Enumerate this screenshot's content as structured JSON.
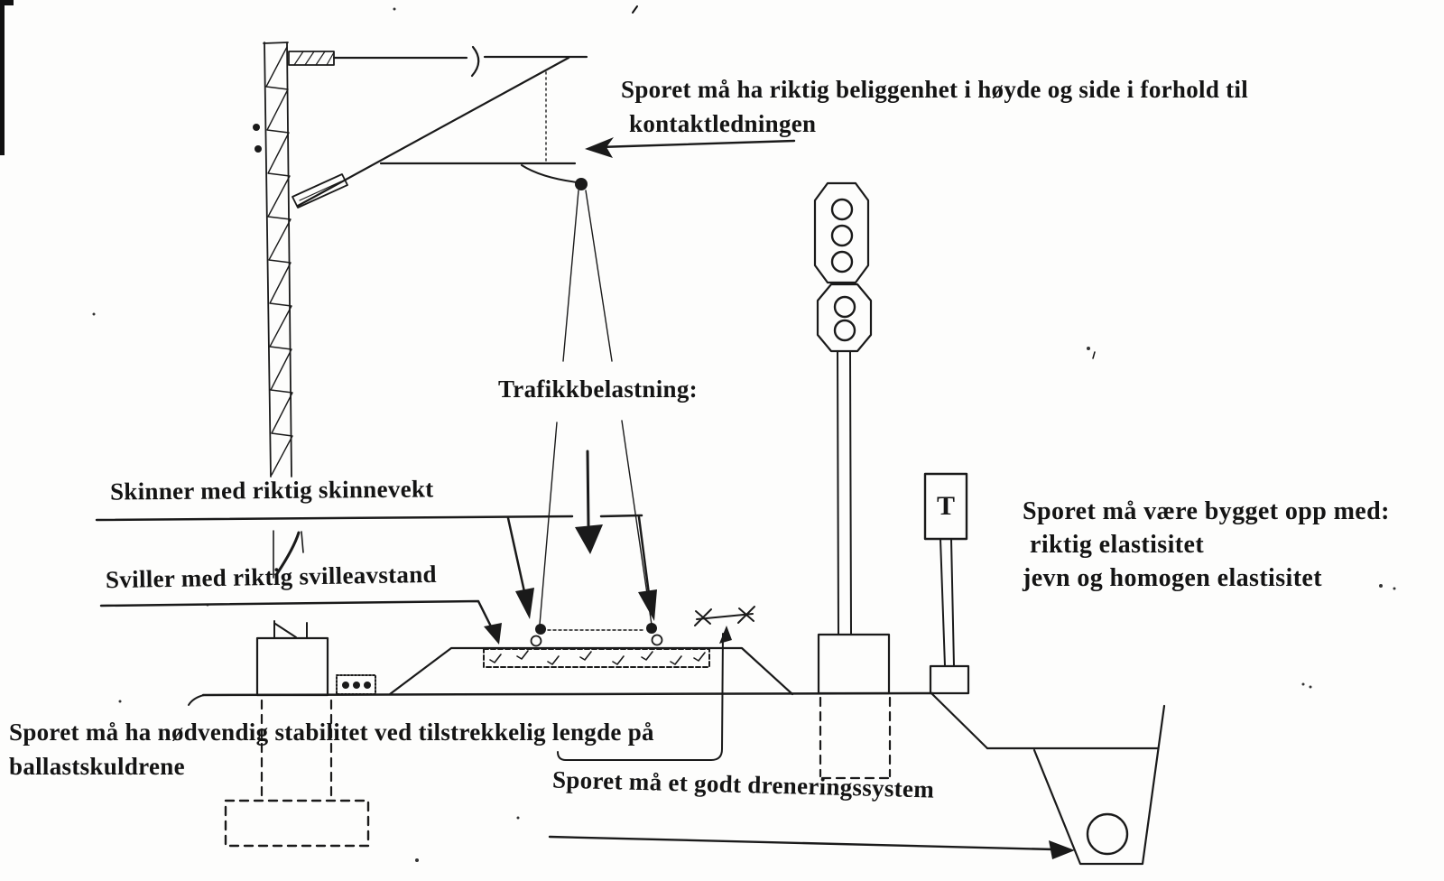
{
  "page": {
    "background": "#fdfdfc",
    "ink": "#1a1a1a"
  },
  "annotations": {
    "catenary_note_line1": "Sporet må ha riktig beliggenhet i høyde og side i forhold til",
    "catenary_note_line2": "kontaktledningen",
    "traffic_load_label": "Trafikkbelastning:",
    "rails_label": "Skinner med riktig skinnevekt",
    "sleepers_label": "Sviller med riktig svilleavstand",
    "track_buildup_line1": "Sporet må være bygget opp med:",
    "track_buildup_line2": "riktig elastisitet",
    "track_buildup_line3": "jevn og homogen elastisitet",
    "stability_note_line1": "Sporet må ha nødvendig stabilitet ved tilstrekkelig lengde på",
    "stability_note_line2": "ballastskuldrene",
    "drainage_note": "Sporet må et godt dreneringssystem",
    "signal_plate_letter": "T"
  }
}
